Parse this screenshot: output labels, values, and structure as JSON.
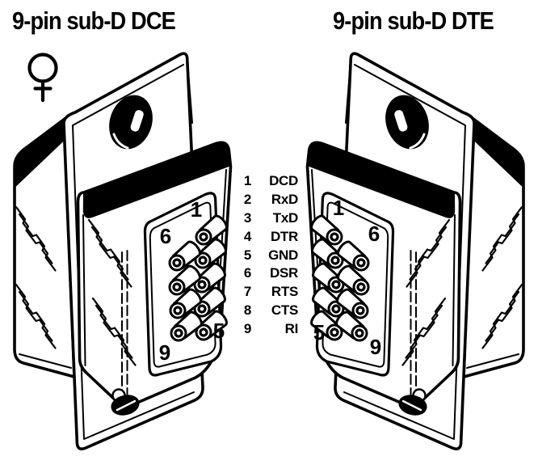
{
  "page": {
    "background": "#ffffff",
    "ink": "#000000"
  },
  "titles": {
    "dce": "9-pin sub-D DCE",
    "dte": "9-pin sub-D DTE"
  },
  "connectors": {
    "dce": {
      "label": "9-pin sub-D DCE",
      "gender_symbol": "female",
      "face_labels": {
        "p1": "1",
        "p6": "6",
        "p5": "5",
        "p9": "9"
      }
    },
    "dte": {
      "label": "9-pin sub-D DTE",
      "face_labels": {
        "p1": "1",
        "p6": "6",
        "p5": "5",
        "p9": "9"
      }
    }
  },
  "pin_table": {
    "rows": [
      {
        "pin": "1",
        "signal": "DCD"
      },
      {
        "pin": "2",
        "signal": "RxD"
      },
      {
        "pin": "3",
        "signal": "TxD"
      },
      {
        "pin": "4",
        "signal": "DTR"
      },
      {
        "pin": "5",
        "signal": "GND"
      },
      {
        "pin": "6",
        "signal": "DSR"
      },
      {
        "pin": "7",
        "signal": "RTS"
      },
      {
        "pin": "8",
        "signal": "CTS"
      },
      {
        "pin": "9",
        "signal": "RI"
      }
    ]
  }
}
